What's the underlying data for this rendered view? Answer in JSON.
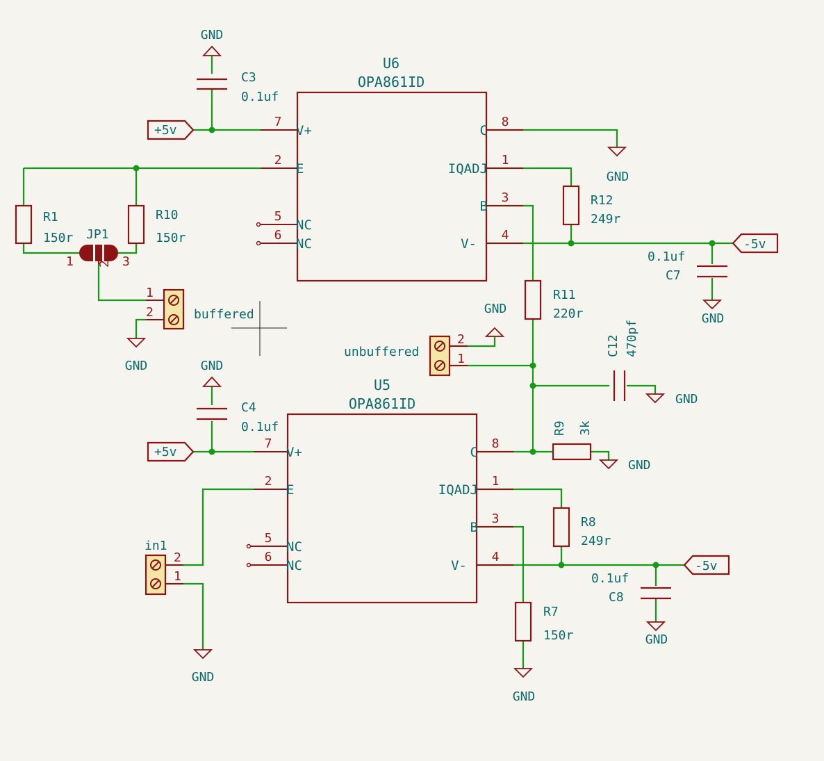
{
  "gnd_label": "GND",
  "u6": {
    "ref": "U6",
    "value": "OPA861ID",
    "pins": {
      "p7": "7",
      "p2": "2",
      "p5": "5",
      "p6": "6",
      "p8": "8",
      "p1": "1",
      "p3": "3",
      "p4": "4"
    },
    "names": {
      "vplus": "V+",
      "e": "E",
      "nc1": "NC",
      "nc2": "NC",
      "c": "C",
      "iqadj": "IQADJ",
      "b": "B",
      "vminus": "V-"
    }
  },
  "u5": {
    "ref": "U5",
    "value": "OPA861ID",
    "pins": {
      "p7": "7",
      "p2": "2",
      "p5": "5",
      "p6": "6",
      "p8": "8",
      "p1": "1",
      "p3": "3",
      "p4": "4"
    },
    "names": {
      "vplus": "V+",
      "e": "E",
      "nc1": "NC",
      "nc2": "NC",
      "c": "C",
      "iqadj": "IQADJ",
      "b": "B",
      "vminus": "V-"
    }
  },
  "c3": {
    "ref": "C3",
    "value": "0.1uf"
  },
  "c4": {
    "ref": "C4",
    "value": "0.1uf"
  },
  "c7": {
    "ref": "C7",
    "value": "0.1uf"
  },
  "c8": {
    "ref": "C8",
    "value": "0.1uf"
  },
  "c12": {
    "ref": "C12",
    "value": "470pf"
  },
  "r1": {
    "ref": "R1",
    "value": "150r"
  },
  "r10": {
    "ref": "R10",
    "value": "150r"
  },
  "r12": {
    "ref": "R12",
    "value": "249r"
  },
  "r11": {
    "ref": "R11",
    "value": "220r"
  },
  "r9": {
    "ref": "R9",
    "value": "3k"
  },
  "r8": {
    "ref": "R8",
    "value": "249r"
  },
  "r7": {
    "ref": "R7",
    "value": "150r"
  },
  "jp1": {
    "ref": "JP1",
    "pin1": "1",
    "pin2": "2",
    "pin3": "3"
  },
  "buffered": {
    "label": "buffered",
    "pin1": "1",
    "pin2": "2"
  },
  "unbuffered": {
    "label": "unbuffered",
    "pin1": "1",
    "pin2": "2"
  },
  "in1": {
    "label": "in1",
    "pin1": "1",
    "pin2": "2"
  },
  "power": {
    "pos": "+5v",
    "neg": "-5v"
  }
}
